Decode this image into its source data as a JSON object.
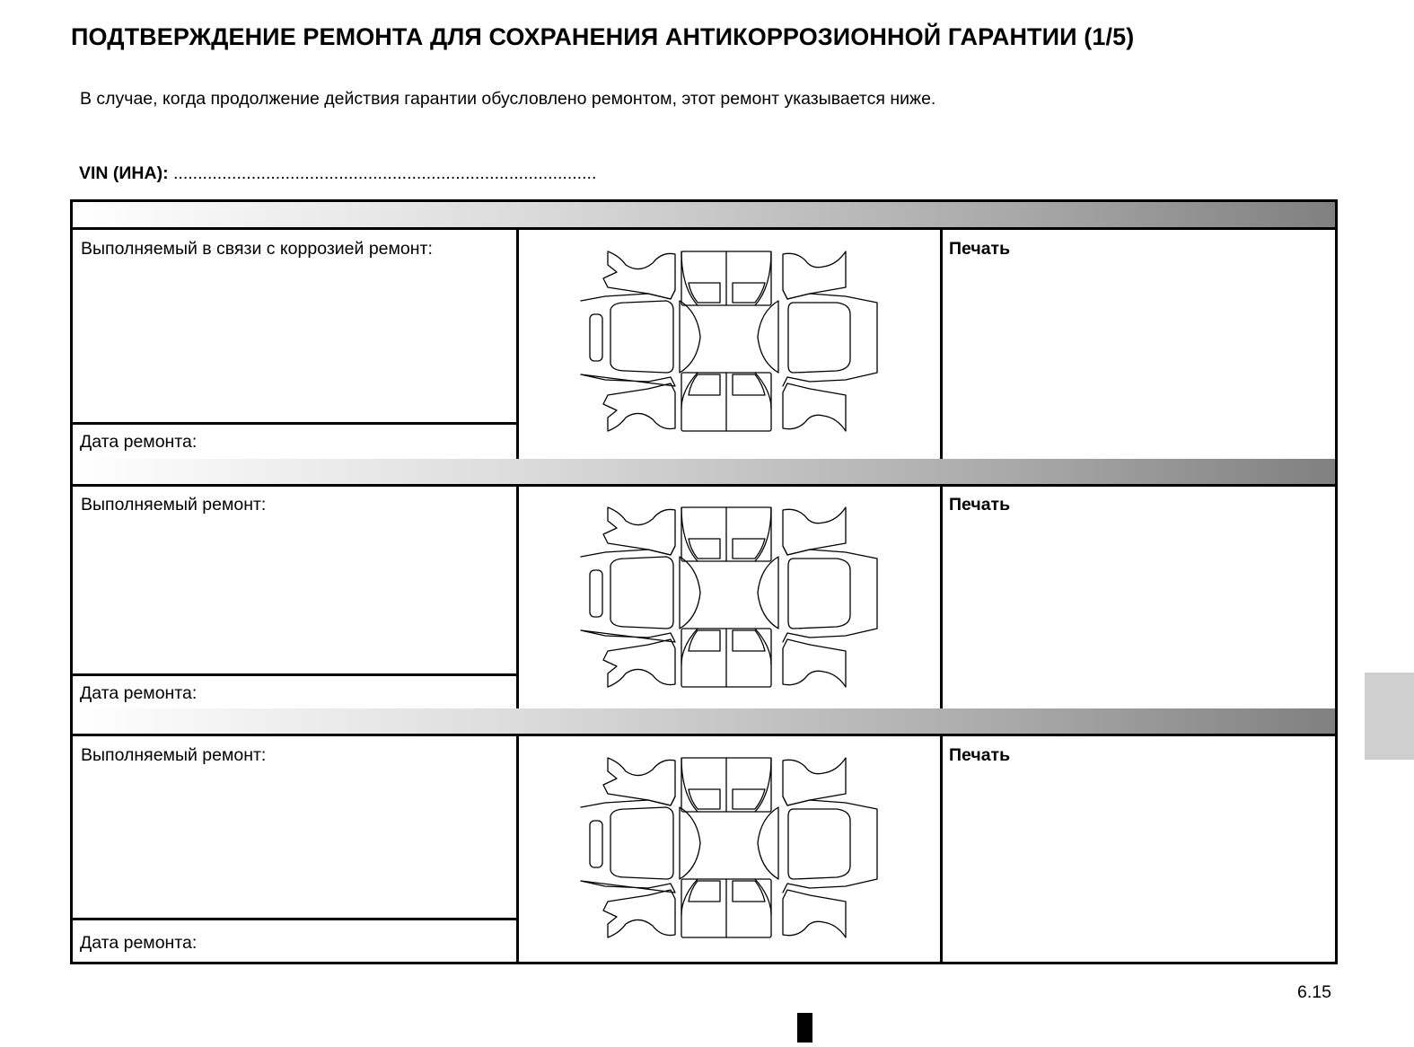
{
  "title": "ПОДТВЕРЖДЕНИЕ РЕМОНТА ДЛЯ СОХРАНЕНИЯ АНТИКОРРОЗИОННОЙ ГАРАНТИИ (1/5)",
  "intro": "В случае, когда продолжение действия гарантии обусловлено ремонтом, этот ремонт указывается ниже.",
  "vin": {
    "label": "VIN (ИНА):",
    "dots": "......................................................................................."
  },
  "blocks": [
    {
      "repair_label": "Выполняемый в связи с коррозией ремонт:",
      "date_label": "Дата ремонта:",
      "stamp_label": "Печать",
      "diagram_icon": "car-body-diagram-icon"
    },
    {
      "repair_label": "Выполняемый ремонт:",
      "date_label": "Дата ремонта:",
      "stamp_label": "Печать",
      "diagram_icon": "car-body-diagram-icon"
    },
    {
      "repair_label": "Выполняемый ремонт:",
      "date_label": "Дата ремонта:",
      "stamp_label": "Печать",
      "diagram_icon": "car-body-diagram-icon"
    }
  ],
  "page_number": "6.15",
  "colors": {
    "header_gradient_start": "#ffffff",
    "header_gradient_end": "#808080",
    "side_tab": "#cfcfcf"
  }
}
